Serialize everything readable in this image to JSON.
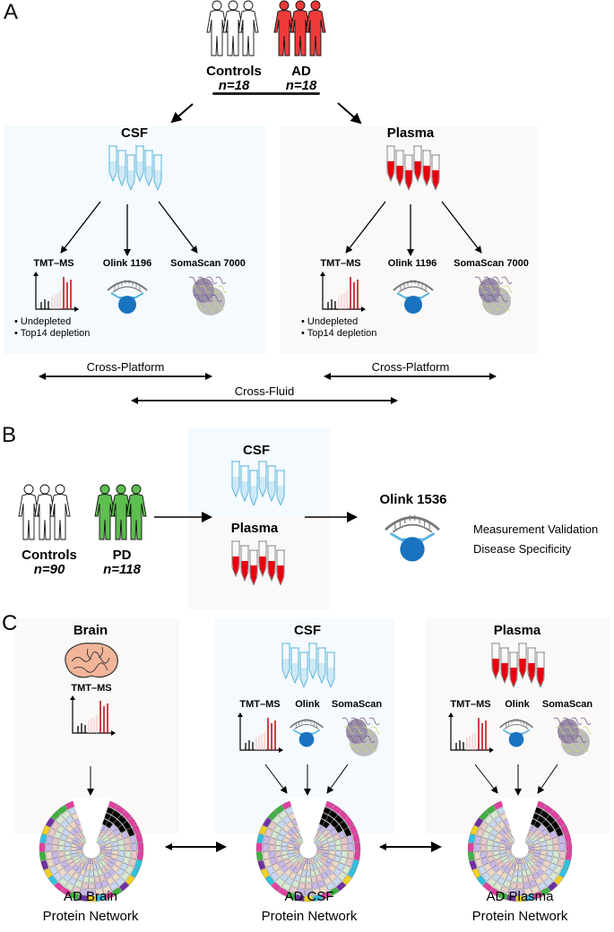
{
  "colors": {
    "ad_red": "#f03a3a",
    "pd_green": "#5cbf4e",
    "csf_blue": "#5ab4dc",
    "plasma_red": "#e8000f",
    "olink_blue": "#1a73c0",
    "brain_pink": "#f2b59a",
    "csf_panel_bg": "#f4fafd",
    "plasma_panel_bg": "#fbf9f8"
  },
  "panelA": {
    "letter": "A",
    "groups": [
      {
        "name": "Controls",
        "n": "n=18",
        "icon": "people-outline-icon"
      },
      {
        "name": "AD",
        "n": "n=18",
        "icon": "people-red-icon"
      }
    ],
    "fluids": [
      {
        "title": "CSF",
        "tube_icon": "csf-tubes-icon",
        "platforms": [
          "TMT–MS",
          "Olink 1196",
          "SomaScan 7000"
        ],
        "bullets": [
          "Undepleted",
          "Top14 depletion"
        ]
      },
      {
        "title": "Plasma",
        "tube_icon": "plasma-tubes-icon",
        "platforms": [
          "TMT–MS",
          "Olink 1196",
          "SomaScan 7000"
        ],
        "bullets": [
          "Undepleted",
          "Top14 depletion"
        ]
      }
    ],
    "cross_platform": "Cross-Platform",
    "cross_fluid": "Cross-Fluid"
  },
  "panelB": {
    "letter": "B",
    "groups": [
      {
        "name": "Controls",
        "n": "n=90"
      },
      {
        "name": "PD",
        "n": "n=118"
      }
    ],
    "fluids": [
      "CSF",
      "Plasma"
    ],
    "platform": "Olink 1536",
    "outcomes": [
      "Measurement Validation",
      "Disease Specificity"
    ]
  },
  "panelC": {
    "letter": "C",
    "columns": [
      {
        "title": "Brain",
        "platforms": [
          "TMT–MS"
        ],
        "network": [
          "AD Brain",
          "Protein Network"
        ]
      },
      {
        "title": "CSF",
        "platforms": [
          "TMT–MS",
          "Olink",
          "SomaScan"
        ],
        "network": [
          "AD CSF",
          "Protein Network"
        ]
      },
      {
        "title": "Plasma",
        "platforms": [
          "TMT–MS",
          "Olink",
          "SomaScan"
        ],
        "network": [
          "AD Plasma",
          "Protein Network"
        ]
      }
    ]
  }
}
